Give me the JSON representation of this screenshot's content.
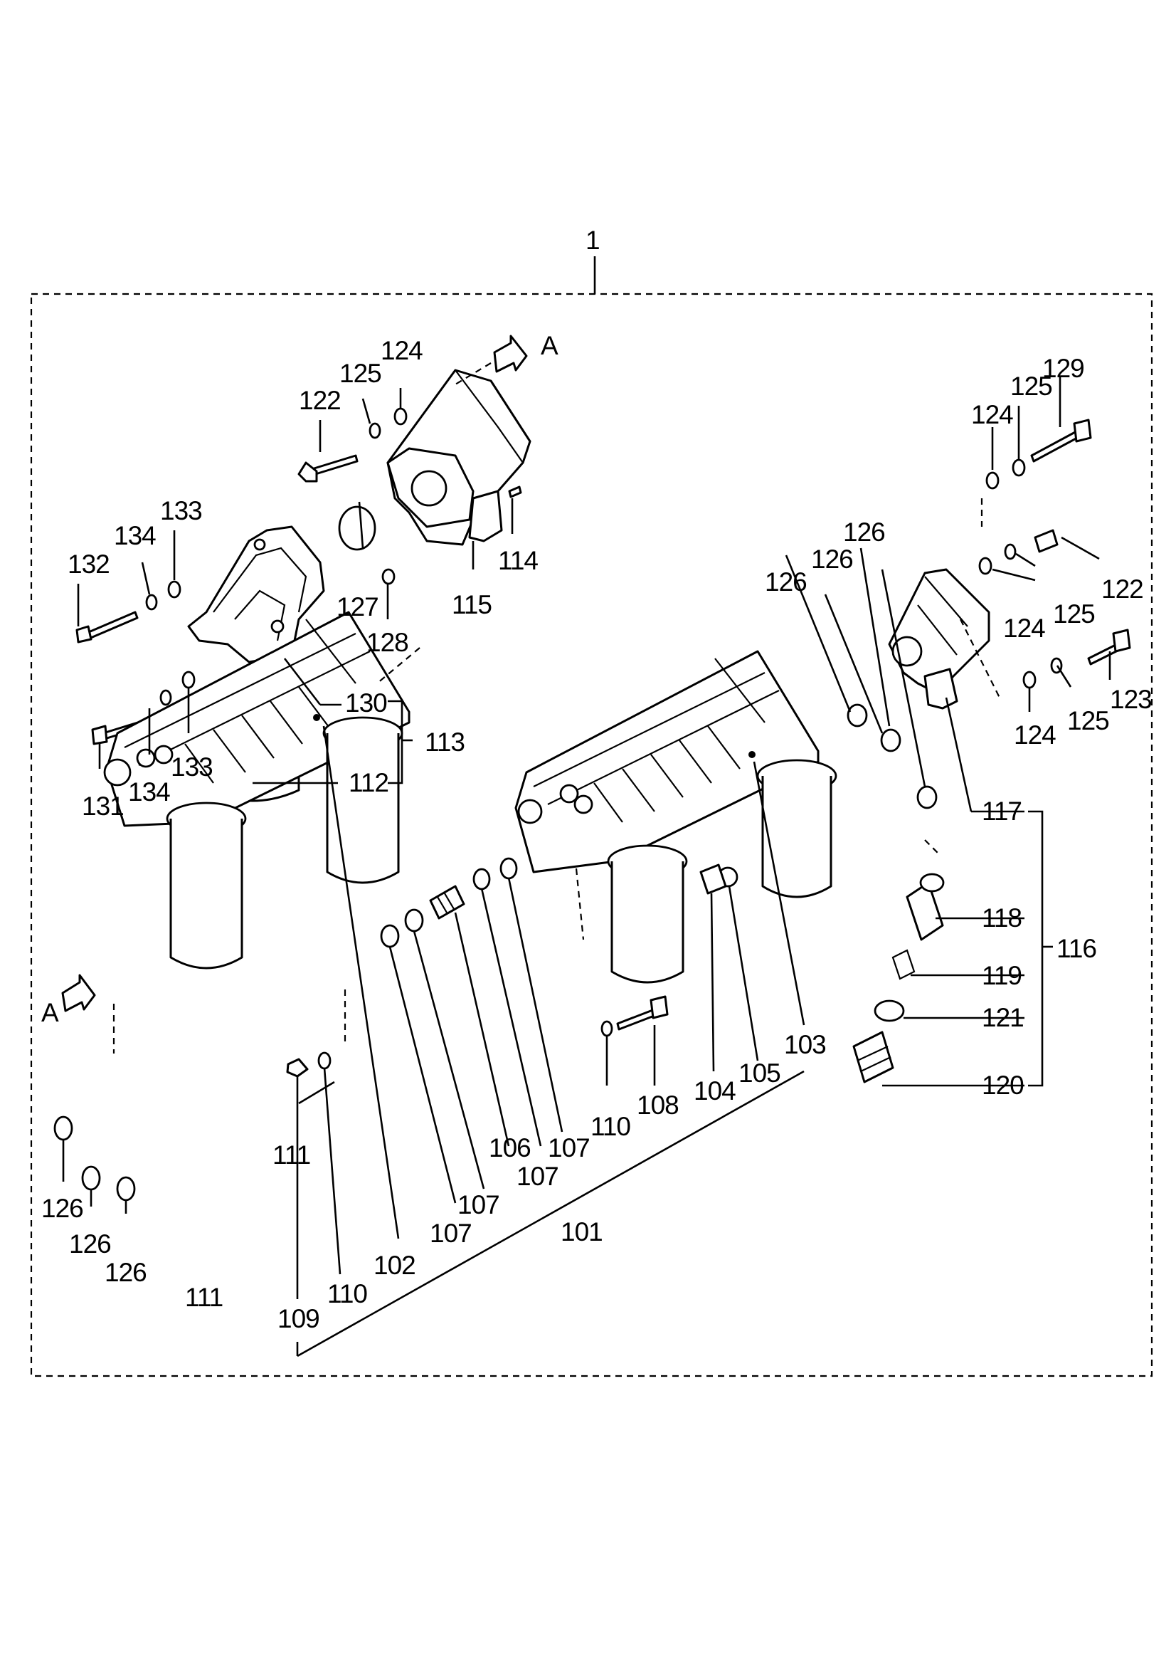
{
  "assembly": {
    "label": "1",
    "view_marker": "A",
    "callouts": [
      {
        "id": "c101",
        "text": "101"
      },
      {
        "id": "c102",
        "text": "102"
      },
      {
        "id": "c103",
        "text": "103"
      },
      {
        "id": "c104",
        "text": "104"
      },
      {
        "id": "c105",
        "text": "105"
      },
      {
        "id": "c106",
        "text": "106"
      },
      {
        "id": "c107a",
        "text": "107"
      },
      {
        "id": "c107b",
        "text": "107"
      },
      {
        "id": "c107c",
        "text": "107"
      },
      {
        "id": "c107d",
        "text": "107"
      },
      {
        "id": "c108",
        "text": "108"
      },
      {
        "id": "c109",
        "text": "109"
      },
      {
        "id": "c110a",
        "text": "110"
      },
      {
        "id": "c110b",
        "text": "110"
      },
      {
        "id": "c111a",
        "text": "111"
      },
      {
        "id": "c111b",
        "text": "111"
      },
      {
        "id": "c112",
        "text": "112"
      },
      {
        "id": "c113",
        "text": "113"
      },
      {
        "id": "c114",
        "text": "114"
      },
      {
        "id": "c115",
        "text": "115"
      },
      {
        "id": "c116",
        "text": "116"
      },
      {
        "id": "c117",
        "text": "117"
      },
      {
        "id": "c118",
        "text": "118"
      },
      {
        "id": "c119",
        "text": "119"
      },
      {
        "id": "c120",
        "text": "120"
      },
      {
        "id": "c121",
        "text": "121"
      },
      {
        "id": "c122a",
        "text": "122"
      },
      {
        "id": "c122b",
        "text": "122"
      },
      {
        "id": "c123",
        "text": "123"
      },
      {
        "id": "c124a",
        "text": "124"
      },
      {
        "id": "c124b",
        "text": "124"
      },
      {
        "id": "c124c",
        "text": "124"
      },
      {
        "id": "c124d",
        "text": "124"
      },
      {
        "id": "c125a",
        "text": "125"
      },
      {
        "id": "c125b",
        "text": "125"
      },
      {
        "id": "c125c",
        "text": "125"
      },
      {
        "id": "c125d",
        "text": "125"
      },
      {
        "id": "c126a",
        "text": "126"
      },
      {
        "id": "c126b",
        "text": "126"
      },
      {
        "id": "c126c",
        "text": "126"
      },
      {
        "id": "c126d",
        "text": "126"
      },
      {
        "id": "c126e",
        "text": "126"
      },
      {
        "id": "c126f",
        "text": "126"
      },
      {
        "id": "c127",
        "text": "127"
      },
      {
        "id": "c128",
        "text": "128"
      },
      {
        "id": "c129",
        "text": "129"
      },
      {
        "id": "c130",
        "text": "130"
      },
      {
        "id": "c131",
        "text": "131"
      },
      {
        "id": "c132",
        "text": "132"
      },
      {
        "id": "c133a",
        "text": "133"
      },
      {
        "id": "c133b",
        "text": "133"
      },
      {
        "id": "c134a",
        "text": "134"
      },
      {
        "id": "c134b",
        "text": "134"
      }
    ]
  }
}
